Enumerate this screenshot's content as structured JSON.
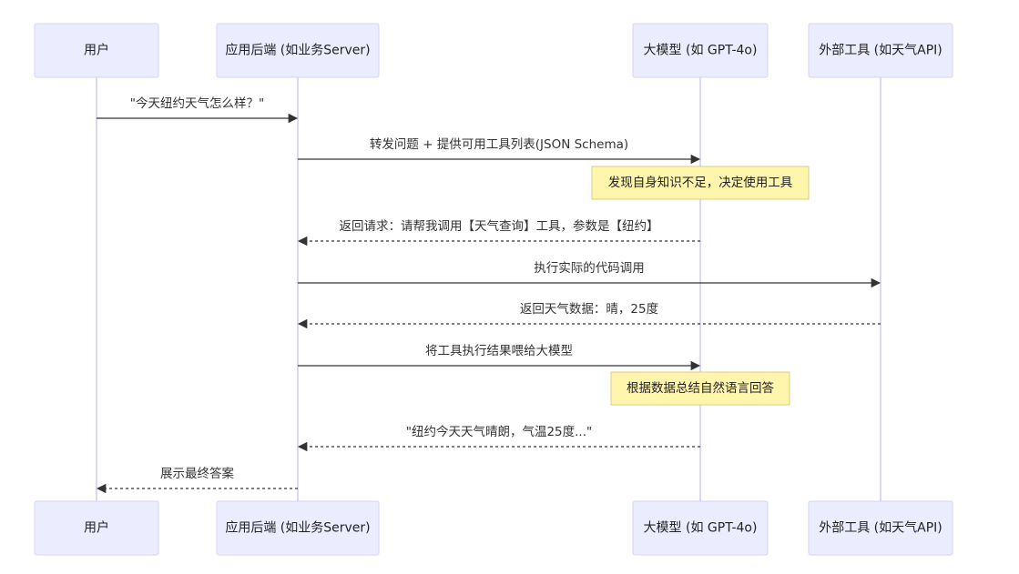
{
  "participants": [
    {
      "id": "user",
      "label": "用户"
    },
    {
      "id": "backend",
      "label": "应用后端 (如业务Server)"
    },
    {
      "id": "llm",
      "label": "大模型 (如 GPT-4o)"
    },
    {
      "id": "tool",
      "label": "外部工具 (如天气API)"
    }
  ],
  "messages": [
    {
      "from": "user",
      "to": "backend",
      "text": "\"今天纽约天气怎么样？\"",
      "style": "solid"
    },
    {
      "from": "backend",
      "to": "llm",
      "text": "转发问题 + 提供可用工具列表(JSON Schema)",
      "style": "solid"
    },
    {
      "note": "llm",
      "text": "发现自身知识不足，决定使用工具"
    },
    {
      "from": "llm",
      "to": "backend",
      "text": "返回请求：请帮我调用【天气查询】工具，参数是【纽约】",
      "style": "dashed"
    },
    {
      "from": "backend",
      "to": "tool",
      "text": "执行实际的代码调用",
      "style": "solid"
    },
    {
      "from": "tool",
      "to": "backend",
      "text": "返回天气数据：晴，25度",
      "style": "dashed"
    },
    {
      "from": "backend",
      "to": "llm",
      "text": "将工具执行结果喂给大模型",
      "style": "solid"
    },
    {
      "note": "llm",
      "text": "根据数据总结自然语言回答"
    },
    {
      "from": "llm",
      "to": "backend",
      "text": "\"纽约今天天气晴朗，气温25度...\"",
      "style": "dashed"
    },
    {
      "from": "backend",
      "to": "user",
      "text": "展示最终答案",
      "style": "dashed"
    }
  ],
  "colors": {
    "actor_fill": "#ececff",
    "actor_stroke": "#d5d3f5",
    "lifeline": "#cdccee",
    "arrow": "#333333",
    "note_fill": "#fff5ad",
    "note_stroke": "#d9cf82"
  }
}
